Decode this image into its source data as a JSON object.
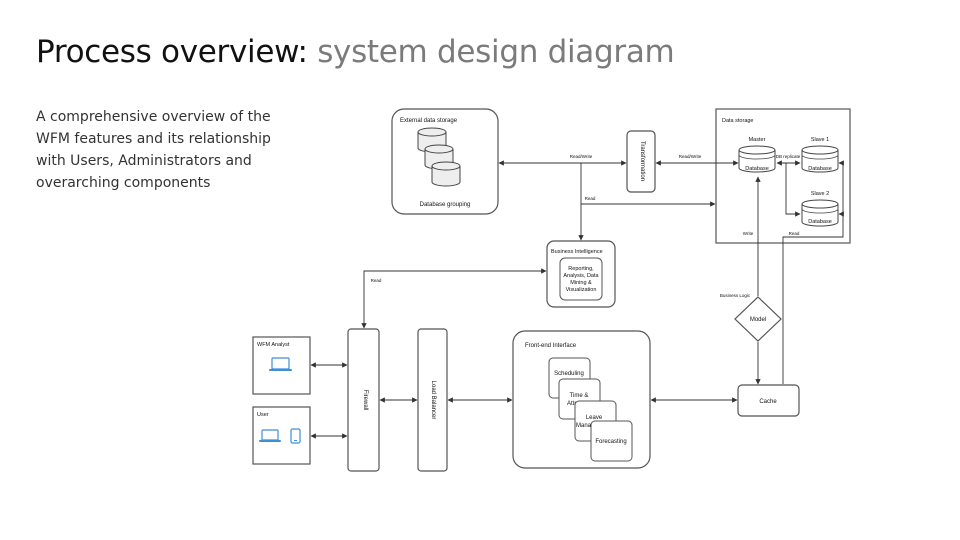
{
  "slide": {
    "title_main": "Process overview:",
    "title_sub": "system design diagram",
    "description": "A comprehensive overview of the WFM features and its relationship with Users, Administrators and overarching components"
  },
  "diagram": {
    "external_storage": {
      "label": "External data storage",
      "grouping_label": "Database grouping"
    },
    "transformation": {
      "label": "Transformation"
    },
    "data_storage": {
      "label": "Data storage",
      "master": "Master",
      "master_db": "Database",
      "slave1": "Slave 1",
      "slave1_db": "Database",
      "slave2": "Slave 2",
      "slave2_db": "Database",
      "db_replicate": "DB replicate",
      "write": "Write",
      "read": "Read"
    },
    "edges": {
      "rw_left": "Read/Write",
      "rw_right": "Read/Write",
      "read_storage": "Read",
      "read_firewall": "Read",
      "business_logic": "Business Logic"
    },
    "business_intelligence": {
      "label": "Business Intelligence",
      "inner_lines": [
        "Reporting,",
        "Analysis, Data",
        "Mining &",
        "Visualization"
      ]
    },
    "model": {
      "label": "Model"
    },
    "cache": {
      "label": "Cache"
    },
    "firewall": {
      "label": "Firewall"
    },
    "load_balancer": {
      "label": "Load Balancer"
    },
    "wfm_analyst": {
      "label": "WFM Analyst"
    },
    "user": {
      "label": "User"
    },
    "frontend": {
      "label": "Front-end Interface",
      "cards": [
        [
          "Scheduling"
        ],
        [
          "Time &",
          "Atten"
        ],
        [
          "Leave",
          "Mana"
        ],
        [
          "Forecasting"
        ]
      ]
    },
    "colors": {
      "line": "#333333",
      "box": "#555555",
      "device": "#3d8fd6",
      "db_fill": "#eeeeee"
    }
  }
}
